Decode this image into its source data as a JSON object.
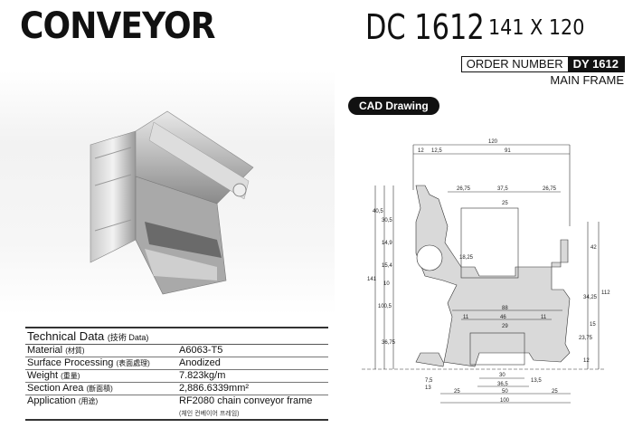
{
  "header": {
    "title": "CONVEYOR",
    "model": "DC 1612",
    "dimensions": "141 X 120",
    "order_label": "ORDER NUMBER",
    "order_number": "DY 1612",
    "category": "MAIN FRAME",
    "cad_badge": "CAD Drawing"
  },
  "technical": {
    "title": "Technical Data",
    "title_sub": "(技術 Data)",
    "rows": [
      {
        "key": "Material",
        "key_sub": "(材質)",
        "value": "A6063-T5"
      },
      {
        "key": "Surface Processing",
        "key_sub": "(表面處理)",
        "value": "Anodized"
      },
      {
        "key": "Weight",
        "key_sub": "(重量)",
        "value": "7.823kg/m"
      },
      {
        "key": "Section Area",
        "key_sub": "(斷面積)",
        "value": "2,886.6339mm²"
      },
      {
        "key": "Application",
        "key_sub": "(用途)",
        "value": "RF2080 chain conveyor frame",
        "value_sub": "(체인 컨베이어 프레임)"
      }
    ]
  },
  "cad": {
    "labels": [
      "120",
      "91",
      "12",
      "12,5",
      "26,75",
      "37,5",
      "26,75",
      "25",
      "141",
      "100,5",
      "112",
      "42",
      "34,25",
      "15",
      "23,75",
      "12",
      "88",
      "46",
      "29",
      "11",
      "11",
      "30",
      "36,5",
      "25",
      "50",
      "25",
      "100",
      "40,5",
      "30,5",
      "14,9",
      "15,4",
      "10",
      "36,75",
      "18,25",
      "13,5",
      "7,5",
      "13"
    ]
  }
}
